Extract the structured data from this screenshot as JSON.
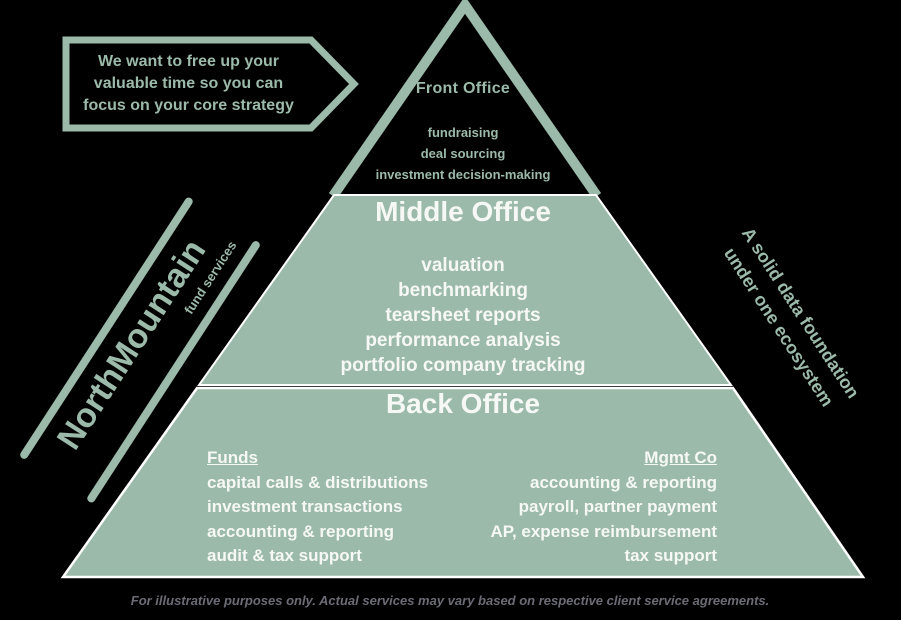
{
  "colors": {
    "background": "#000000",
    "sage": "#9cbaaa",
    "text_light": "#f6f8f5",
    "footer_gray": "#6c6c76",
    "divider_white": "#ffffff"
  },
  "arrow_banner": {
    "line1": "We want to free up your",
    "line2": "valuable time so you can",
    "line3": "focus on your core strategy"
  },
  "left_branding": {
    "name": "NorthMountain",
    "tagline": "fund services"
  },
  "right_note": {
    "line1": "A solid data foundation",
    "line2": "under one ecosystem"
  },
  "pyramid": {
    "front_office": {
      "title": "Front Office",
      "items": [
        "fundraising",
        "deal sourcing",
        "investment decision-making"
      ]
    },
    "middle_office": {
      "title": "Middle Office",
      "items": [
        "valuation",
        "benchmarking",
        "tearsheet reports",
        "performance analysis",
        "portfolio company tracking"
      ]
    },
    "back_office": {
      "title": "Back Office",
      "funds": {
        "heading": "Funds",
        "items": [
          "capital calls & distributions",
          "investment transactions",
          "accounting & reporting",
          "audit & tax support"
        ]
      },
      "mgmt_co": {
        "heading": "Mgmt Co",
        "items": [
          "accounting & reporting",
          "payroll, partner payment",
          "AP, expense reimbursement",
          "tax support"
        ]
      }
    }
  },
  "footer": {
    "text": "For illustrative purposes only. Actual services may vary based on respective client service agreements."
  }
}
